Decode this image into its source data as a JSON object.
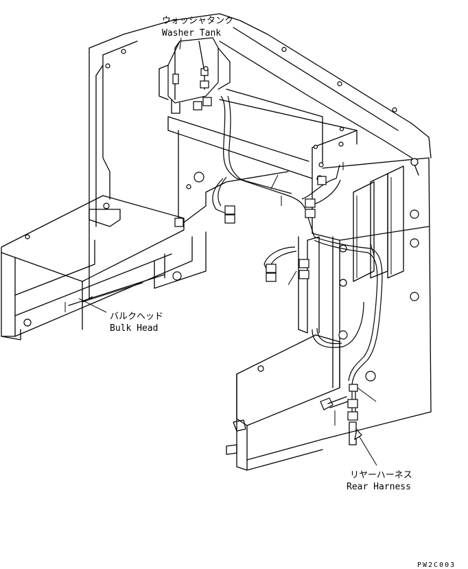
{
  "labels": {
    "washer_tank_jp": "ウォッシャタンク",
    "washer_tank_en": "Washer Tank",
    "bulk_head_jp": "バルクヘッド",
    "bulk_head_en": "Bulk Head",
    "rear_harness_jp": "リヤーハーネス",
    "rear_harness_en": "Rear Harness"
  },
  "drawing_code": "PW2C003"
}
